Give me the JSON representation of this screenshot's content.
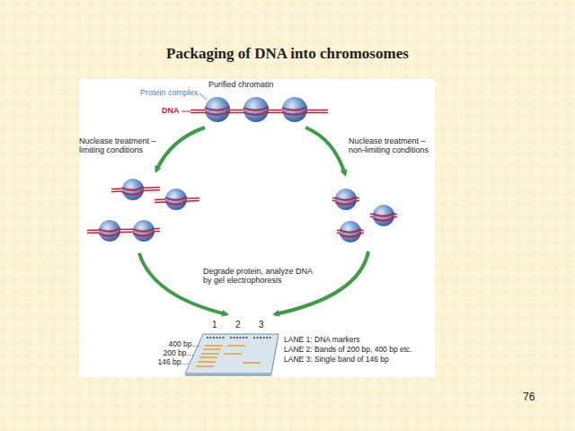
{
  "diagram": {
    "title": "Packaging of DNA into chromosomes",
    "labels": [
      "Purified chromatin",
      "Protein complex",
      "DNA",
      "Nuclease treatment – limiting conditions",
      "Nuclease treatment – non-limiting conditions",
      "Degrade protein, analyze DNA by gel electrophoresis",
      "1",
      "2",
      "3",
      "400 bp…",
      "200 bp…",
      "146 bp…",
      "LANE 1: DNA markers",
      "LANE 2: Bands of 200 bp, 400 bp etc.",
      "LANE 3: Single band of 146 bp",
      "76"
    ]
  }
}
